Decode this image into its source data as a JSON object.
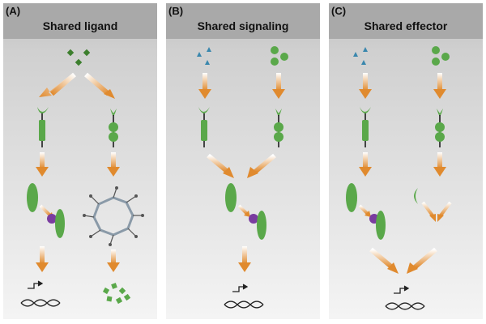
{
  "panels": [
    {
      "tag": "(A)",
      "title": "Shared ligand"
    },
    {
      "tag": "(B)",
      "title": "Shared signaling"
    },
    {
      "tag": "(C)",
      "title": "Shared effector"
    }
  ],
  "colors": {
    "green": "#5aa84a",
    "dark_green": "#3d7f2e",
    "blue": "#3a87ad",
    "purple": "#7a3da0",
    "arrow": "#e08a2e",
    "dna": "#222222",
    "ring": "#8a9aa8"
  }
}
